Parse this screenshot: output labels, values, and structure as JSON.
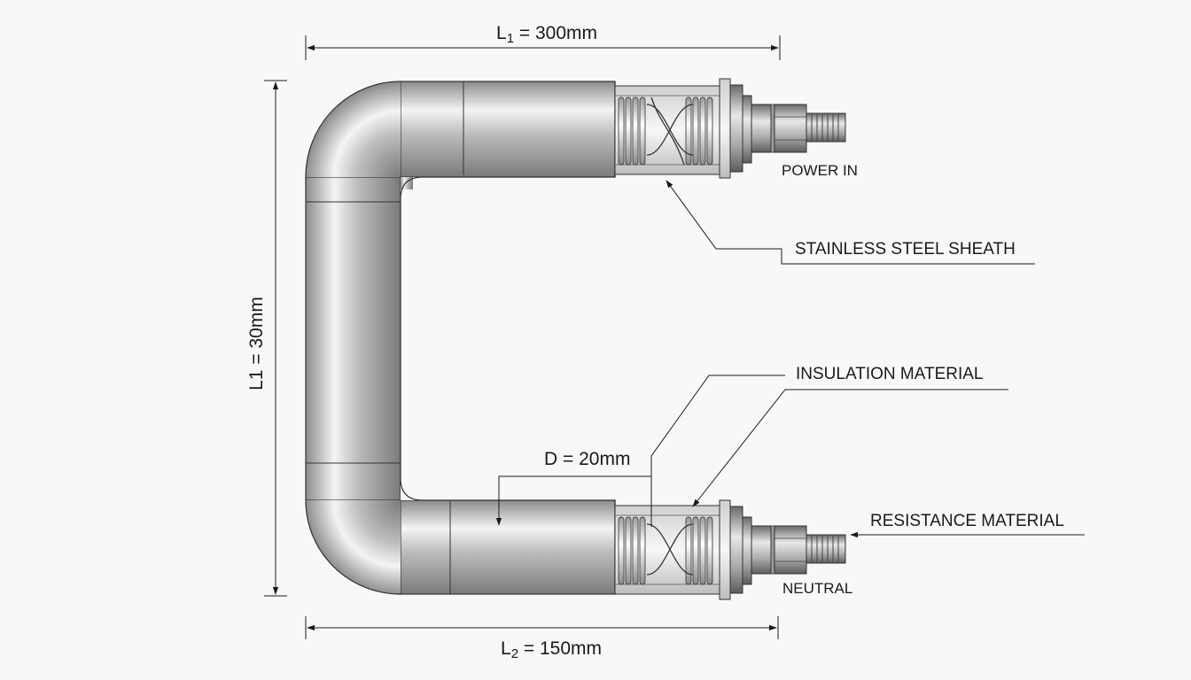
{
  "dimensions": {
    "top_length": {
      "prefix": "L",
      "subscript": "1",
      "suffix": " = 300mm"
    },
    "bottom_length": {
      "prefix": "L",
      "subscript": "2",
      "suffix": " = 150mm"
    },
    "vertical_length": "L1 = 30mm",
    "diameter": "D = 20mm"
  },
  "callouts": {
    "power_in": "POWER IN",
    "neutral": "NEUTRAL",
    "stainless_steel_sheath": "STAINLESS STEEL SHEATH",
    "insulation_material": "INSULATION MATERIAL",
    "resistance_material": "RESISTANCE MATERIAL"
  },
  "colors": {
    "line": "#1a1a1a",
    "tube_dark": "#8a8a8a",
    "tube_light": "#f2f2f2"
  }
}
